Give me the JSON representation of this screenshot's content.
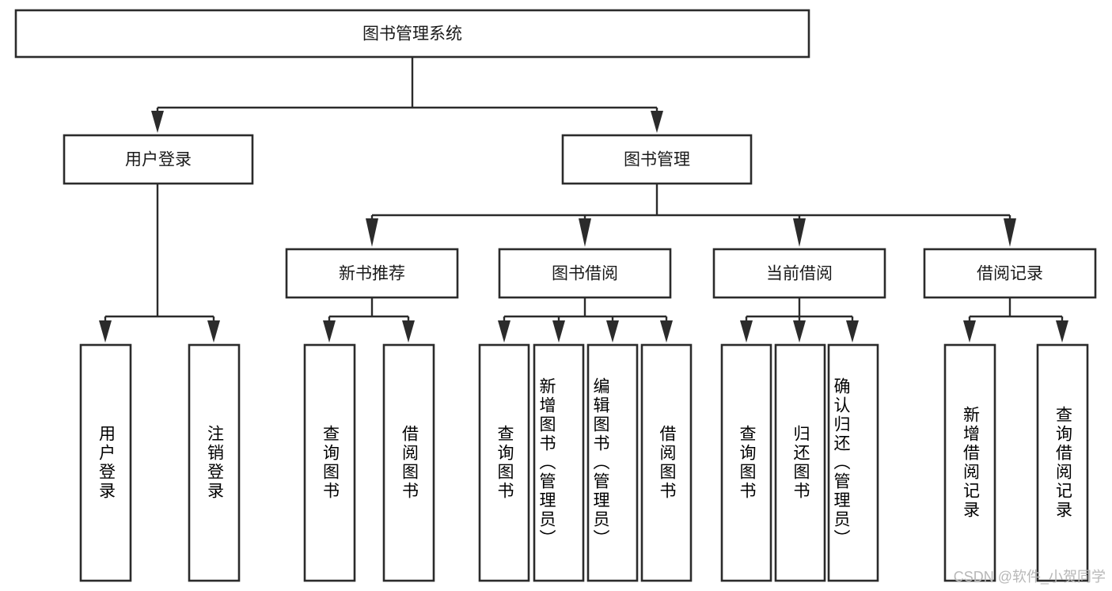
{
  "diagram": {
    "type": "tree-hierarchy-chart",
    "title": "图书管理系统",
    "orientation": "top-down",
    "box_fill": "#ffffff",
    "box_stroke": "#2b2b2b",
    "text_color": "#1a1a1a",
    "background": "#ffffff",
    "levels": [
      {
        "level": 1,
        "nodes": [
          {
            "id": "root",
            "label": "图书管理系统",
            "orientation": "horizontal"
          }
        ]
      },
      {
        "level": 2,
        "nodes": [
          {
            "id": "login",
            "label": "用户登录",
            "orientation": "horizontal",
            "parent": "root"
          },
          {
            "id": "bookmgmt",
            "label": "图书管理",
            "orientation": "horizontal",
            "parent": "root"
          }
        ]
      },
      {
        "level": 3,
        "nodes": [
          {
            "id": "newbook",
            "label": "新书推荐",
            "orientation": "horizontal",
            "parent": "bookmgmt"
          },
          {
            "id": "borrow",
            "label": "图书借阅",
            "orientation": "horizontal",
            "parent": "bookmgmt"
          },
          {
            "id": "current",
            "label": "当前借阅",
            "orientation": "horizontal",
            "parent": "bookmgmt"
          },
          {
            "id": "records",
            "label": "借阅记录",
            "orientation": "horizontal",
            "parent": "bookmgmt"
          }
        ]
      },
      {
        "level": 4,
        "nodes": [
          {
            "id": "leaf-user-login",
            "label": "用户登录",
            "orientation": "vertical",
            "parent": "login"
          },
          {
            "id": "leaf-logout",
            "label": "注销登录",
            "orientation": "vertical",
            "parent": "login"
          },
          {
            "id": "leaf-query-book-1",
            "label": "查询图书",
            "orientation": "vertical",
            "parent": "newbook"
          },
          {
            "id": "leaf-borrow-book-1",
            "label": "借阅图书",
            "orientation": "vertical",
            "parent": "newbook"
          },
          {
            "id": "leaf-query-book-2",
            "label": "查询图书",
            "orientation": "vertical",
            "parent": "borrow"
          },
          {
            "id": "leaf-add-book",
            "label": "新增图书（管理员）",
            "orientation": "vertical",
            "parent": "borrow"
          },
          {
            "id": "leaf-edit-book",
            "label": "编辑图书（管理员）",
            "orientation": "vertical",
            "parent": "borrow"
          },
          {
            "id": "leaf-borrow-book-2",
            "label": "借阅图书",
            "orientation": "vertical",
            "parent": "borrow"
          },
          {
            "id": "leaf-query-book-3",
            "label": "查询图书",
            "orientation": "vertical",
            "parent": "current"
          },
          {
            "id": "leaf-return-book",
            "label": "归还图书",
            "orientation": "vertical",
            "parent": "current"
          },
          {
            "id": "leaf-confirm-return",
            "label": "确认归还（管理员）",
            "orientation": "vertical",
            "parent": "current"
          },
          {
            "id": "leaf-add-record",
            "label": "新增借阅记录",
            "orientation": "vertical",
            "parent": "records"
          },
          {
            "id": "leaf-query-record",
            "label": "查询借阅记录",
            "orientation": "vertical",
            "parent": "records"
          }
        ]
      }
    ]
  },
  "watermark": {
    "text": "CSDN @软件_小贺同学",
    "color": "#b8b8b8"
  }
}
